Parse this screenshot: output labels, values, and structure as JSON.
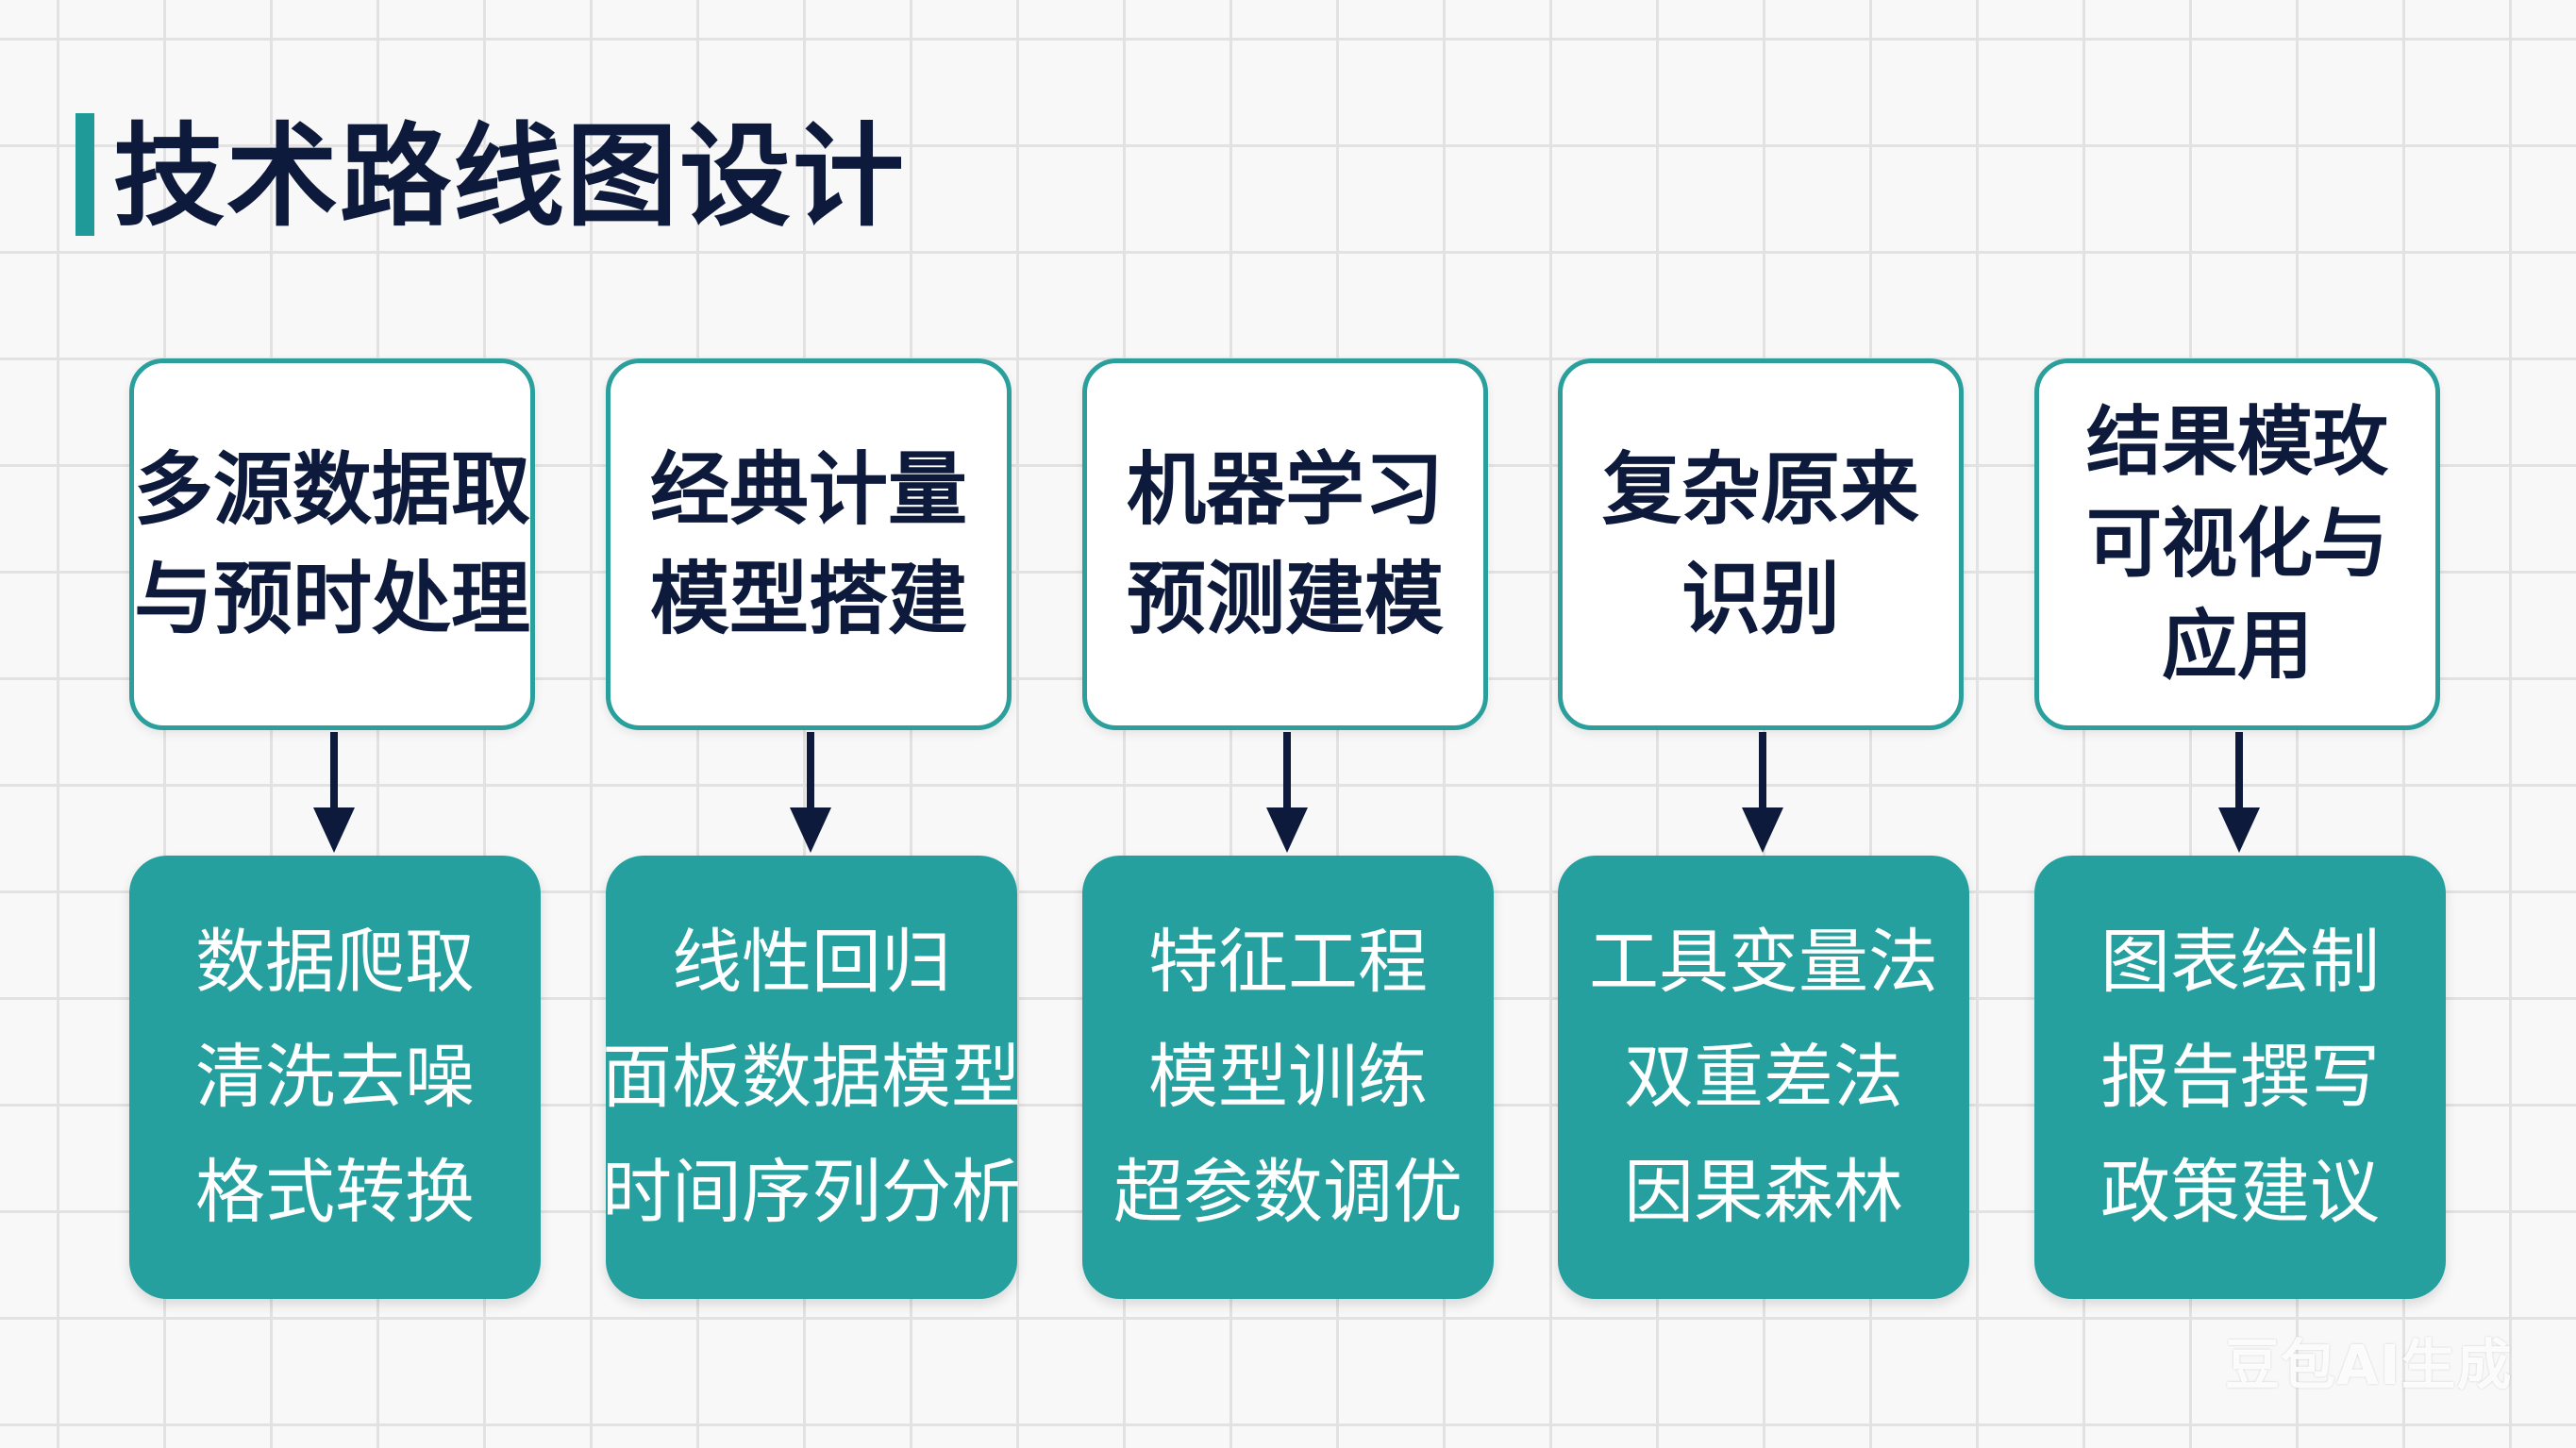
{
  "title": "技术路线图设计",
  "columns": [
    {
      "top": "多源数据取\n与预时处理",
      "bottom": [
        "数据爬取",
        "清洗去噪",
        "格式转换"
      ]
    },
    {
      "top": "经典计量\n模型搭建",
      "bottom": [
        "线性回归",
        "面板数据模型",
        "时间序列分析"
      ]
    },
    {
      "top": "机器学习\n预测建模",
      "bottom": [
        "特征工程",
        "模型训练",
        "超参数调优"
      ]
    },
    {
      "top": "复杂原来\n识别",
      "bottom": [
        "工具变量法",
        "双重差法",
        "因果森林"
      ]
    },
    {
      "top": "结果模玫\n可视化与\n应用",
      "bottom": [
        "图表绘制",
        "报告撰写",
        "政策建议"
      ]
    }
  ],
  "watermark": "豆包AI生成",
  "colors": {
    "accent": "#25a09e",
    "border": "#2a9f9c",
    "text_dark": "#0d1a3b",
    "arrow": "#0d1a3b"
  }
}
